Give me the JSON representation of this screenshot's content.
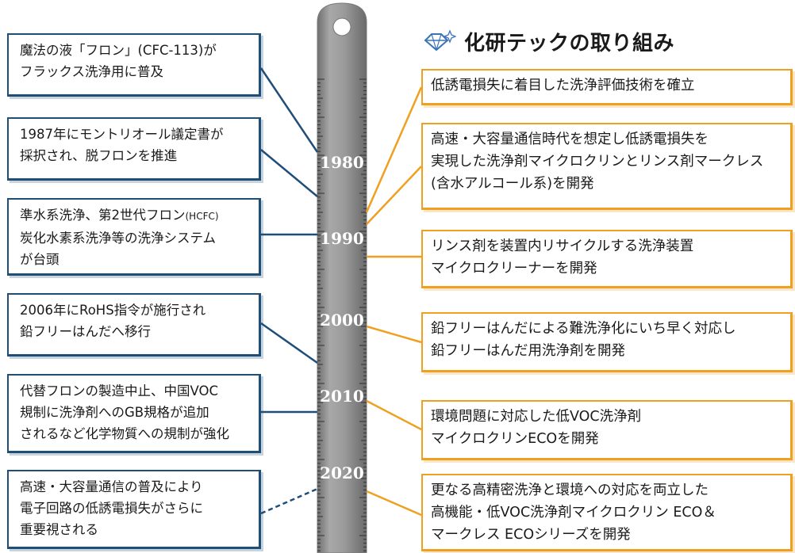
{
  "title": "化研テックの取り組み",
  "icon_name": "gem-sparkle-icon",
  "colors": {
    "left_border": "#1f4e79",
    "right_border": "#f0a020",
    "ruler": "#8e8e8e"
  },
  "years": [
    "1980",
    "1990",
    "2000",
    "2010",
    "2020"
  ],
  "left_events": [
    {
      "lines": [
        "魔法の液「フロン」(CFC-113)が",
        "フラックス洗浄用に普及"
      ]
    },
    {
      "lines": [
        "1987年にモントリオール議定書が",
        "採択され、脱フロンを推進"
      ]
    },
    {
      "lines": [
        "準水系洗浄、第2世代フロン",
        "炭化水素系洗浄等の洗浄システム",
        "が台頭"
      ],
      "note": "(HCFC)"
    },
    {
      "lines": [
        "2006年にRoHS指令が施行され",
        "鉛フリーはんだへ移行"
      ]
    },
    {
      "lines": [
        "代替フロンの製造中止、中国VOC",
        "規制に洗浄剤へのGB規格が追加",
        "されるなど化学物質への規制が強化"
      ]
    },
    {
      "lines": [
        "高速・大容量通信の普及により",
        "電子回路の低誘電損失がさらに",
        "重要視される"
      ]
    }
  ],
  "right_events": [
    {
      "lines": [
        "低誘電損失に着目した洗浄評価技術を確立"
      ]
    },
    {
      "lines": [
        "高速・大容量通信時代を想定し低誘電損失を",
        "実現した洗浄剤マイクロクリンとリンス剤マークレス",
        "(含水アルコール系)を開発"
      ]
    },
    {
      "lines": [
        "リンス剤を装置内リサイクルする洗浄装置",
        "マイクロクリーナーを開発"
      ]
    },
    {
      "lines": [
        "鉛フリーはんだによる難洗浄化にいち早く対応し",
        "鉛フリーはんだ用洗浄剤を開発"
      ]
    },
    {
      "lines": [
        "環境問題に対応した低VOC洗浄剤",
        "マイクロクリンECOを開発"
      ]
    },
    {
      "lines": [
        "更なる高精密洗浄と環境への対応を両立した",
        "高機能・低VOC洗浄剤マイクロクリン ECO＆",
        "マークレス ECOシリーズを開発"
      ]
    }
  ]
}
